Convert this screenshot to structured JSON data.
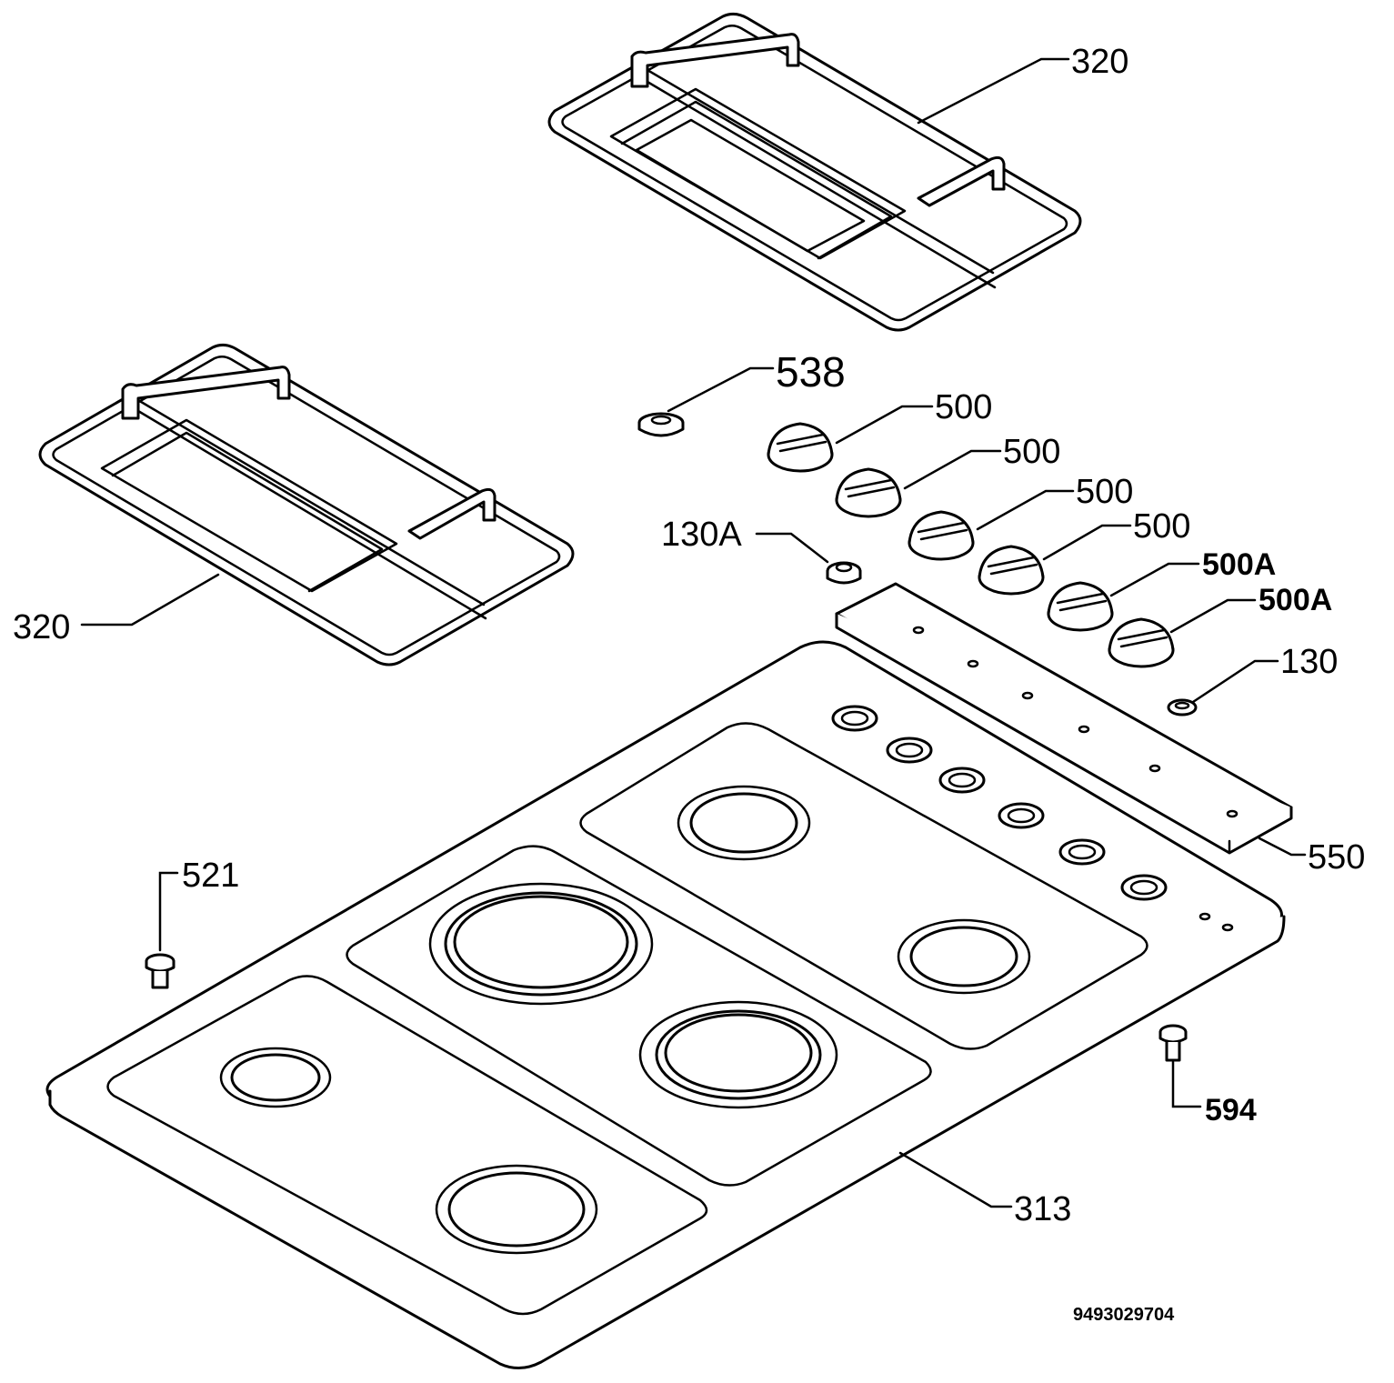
{
  "callouts": {
    "grate_top": "320",
    "grate_left": "320",
    "plug": "538",
    "knob_1": "500",
    "knob_2": "500",
    "knob_3": "500",
    "knob_4": "500",
    "knob_5": "500A",
    "knob_6": "500A",
    "grommet_left": "130A",
    "grommet_right": "130",
    "control_strip": "550",
    "screw_left": "521",
    "screw_right": "594",
    "hob_panel": "313"
  },
  "document_number": "9493029704"
}
